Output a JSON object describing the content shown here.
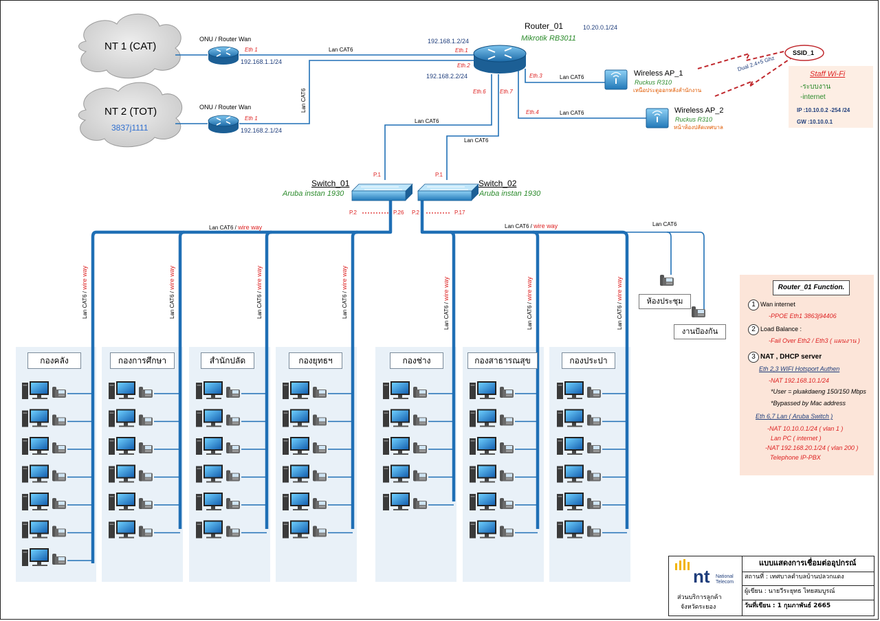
{
  "clouds": {
    "nt1": {
      "label": "NT 1 (CAT)"
    },
    "nt2": {
      "label": "NT 2 (TOT)",
      "sub": "3837j1111"
    }
  },
  "onu1": {
    "title": "ONU / Router Wan",
    "eth": "Eth 1",
    "ip": "192.168.1.1/24"
  },
  "onu2": {
    "title": "ONU / Router Wan",
    "eth": "Eth 1",
    "ip": "192.168.2.1/24"
  },
  "router": {
    "name": "Router_01",
    "model": "Mikrotik RB3011",
    "ip_top": "10.20.0.1/24",
    "ip_eth1": "192.168.1.2/24",
    "ip_eth2": "192.168.2.2/24",
    "eth1": "Eth.1",
    "eth2": "Eth.2",
    "eth3": "Eth.3",
    "eth4": "Eth.4",
    "eth6": "Eth.6",
    "eth7": "Eth.7"
  },
  "cable": {
    "lan": "Lan CAT6",
    "wire_way": "wire way",
    "slash": " / "
  },
  "ap1": {
    "name": "Wireless AP_1",
    "model": "Ruckus R310",
    "location": "เหนือประตูออกหลังสำนักงาน"
  },
  "ap2": {
    "name": "Wireless AP_2",
    "model": "Ruckus R310",
    "location": "หน้าห้องปลัดเทศบาล"
  },
  "ssid": {
    "label": "SSID_1",
    "band": "Dual 2.4+5 Ghz"
  },
  "staff_wifi": {
    "title": "Staff Wi-Fi",
    "items": [
      "-ระบบงาน",
      "-internet"
    ],
    "ip": "IP :10.10.0.2 -254 /24",
    "gw": "GW :10.10.0.1"
  },
  "switch1": {
    "name": "Switch_01",
    "model": "Aruba instan 1930",
    "p1": "P.1",
    "p2": "P.2",
    "p26": "P.26"
  },
  "switch2": {
    "name": "Switch_02",
    "model": "Aruba instan 1930",
    "p1": "P.1",
    "p2": "P.2",
    "p17": "P.17"
  },
  "departments": [
    {
      "name": "กองคลัง",
      "pcs": 7
    },
    {
      "name": "กองการศึกษา",
      "pcs": 6
    },
    {
      "name": "สำนักปลัด",
      "pcs": 6
    },
    {
      "name": "กองยุทธฯ",
      "pcs": 6
    },
    {
      "name": "กองช่าง",
      "pcs": 5
    },
    {
      "name": "กองสาธารณสุข",
      "pcs": 6
    },
    {
      "name": "กองประปา",
      "pcs": 6
    }
  ],
  "rooms": {
    "meeting": "ห้องประชุม",
    "fire": "งานป้องกัน"
  },
  "router_function": {
    "title": "Router_01 Function.",
    "n1": "1",
    "wan": "Wan internet",
    "pppoe": "-PPOE Eth1  3863j94406",
    "n2": "2",
    "lb": "Load Balance :",
    "failover": "-Fail Over  Eth2 / Eth3 ( แผนงาน )",
    "n3": "3",
    "nat": "NAT , DHCP server",
    "wifi_hdr": "Eth 2,3 WIFI Hotsport Authen",
    "nat1": "-NAT 192.168.10.1/24",
    "user": "*User = pluakdaeng 150/150 Mbps",
    "bypass": "*Bypassed by Mac address",
    "lan_hdr": "Eth 6,7 Lan ( Aruba Switch )",
    "nat2": "-NAT 10.10.0.1/24  ( vlan 1 )",
    "lanpc": "Lan PC ( internet )",
    "nat3": "-NAT 192.168.20.1/24  ( vlan 200 )",
    "tel": "Telephone IP-PBX"
  },
  "title_block": {
    "logo_text": "nt",
    "logo_sub1": "National",
    "logo_sub2": "Telecom",
    "org1": "ส่วนบริการลูกค้า",
    "org2": "จังหวัดระยอง",
    "title": "แบบแสดงการเชื่อมต่ออุปกรณ์",
    "place": "สถานที่ : เทศบาลตำบลบ้านปลวกแดง",
    "author": "ผู้เขียน : นายวีระยุทธ  ไทยสมบูรณ์",
    "date": "วันที่เขียน  :  1  กุมภาพันธ์  2665"
  },
  "colors": {
    "cable": "#1f6fb5",
    "wan_red": "#c0282d",
    "panel": "#e9f1f8",
    "accent_green": "#2a8a2a"
  }
}
